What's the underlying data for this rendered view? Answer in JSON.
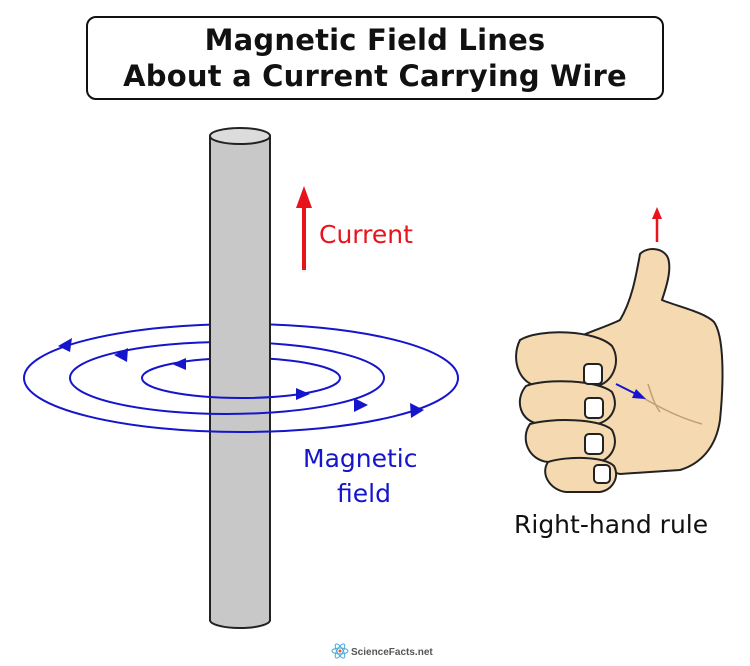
{
  "title": {
    "line1": "Magnetic Field Lines",
    "line2": "About a Current Carrying Wire"
  },
  "labels": {
    "current": "Current",
    "magnetic_line1": "Magnetic",
    "magnetic_line2": "field",
    "rule": "Right-hand rule"
  },
  "logo_text": "ScienceFacts.net",
  "colors": {
    "current": "#e8141c",
    "field": "#1515cc",
    "wire_fill": "#c8c8c8",
    "wire_top": "#d9d9d9",
    "skin": "#f5d9b0",
    "outline": "#222222"
  }
}
